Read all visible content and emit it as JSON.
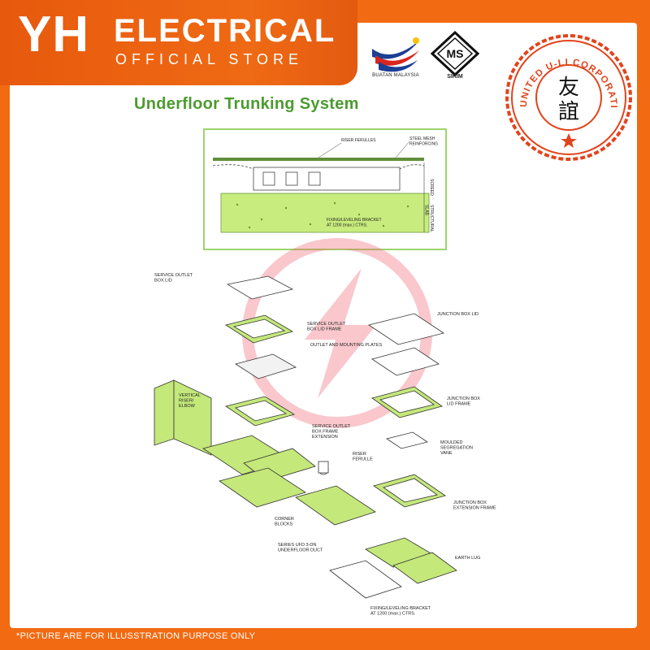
{
  "brand": {
    "mark": "YH",
    "name": "ELECTRICAL",
    "sub": "OFFICIAL STORE"
  },
  "logos": {
    "buatan": "BUATAN MALAYSIA",
    "ms_mark": "MS",
    "ms_label": "SIRIM"
  },
  "seal": {
    "ring_text": "UNITED U-LI CORPORATION BHD",
    "glyph_top": "友",
    "glyph_bottom": "誼"
  },
  "document": {
    "title": "Underfloor Trunking System"
  },
  "section_labels": {
    "riser_ferrules": "RISER FERULLES",
    "steel_mesh": "STEEL MESH\nREINFORCING",
    "fixing": "FIXING/LEVELING BRACKET\nAT 1200 (max.) CTRS.",
    "screed": "SCREED",
    "slab": "STRUCTURAL\nSLAB"
  },
  "parts": {
    "service_outlet_lid": "SERVICE OUTLET\nBOX LID",
    "service_outlet_frame": "SERVICE OUTLET\nBOX LID FRAME",
    "outlet_plates": "OUTLET AND MOUNTING PLATES",
    "junction_lid": "JUNCTION BOX LID",
    "vertical_riser": "VERTICAL\nRISER/\nELBOW",
    "junction_lid_frame": "JUNCTION BOX\nLID FRAME",
    "service_outlet_extension": "SERVICE OUTLET\nBOX FRAME\nEXTENSION",
    "moulded_vane": "MOULDED\nSEGREGATION\nVANE",
    "riser_ferrule": "RISER\nFERULLE",
    "corner_blocks": "CORNER\nBLOCKS",
    "junction_extension": "JUNCTION BOX\nEXTENSION FRAME",
    "series_duct": "SERIES UFD 3-DN\nUNDERFLOOR DUCT",
    "earth_lug": "EARTH LUG",
    "fixing_bracket": "FIXING/LEVELING BRACKET\nAT 1200 (max.) CTRS."
  },
  "footer": {
    "note": "*PICTURE ARE FOR ILLUSSTRATION PURPOSE ONLY"
  },
  "colors": {
    "frame": "#f26a12",
    "green": "#b9e36a",
    "title_green": "#4c9b2f"
  }
}
